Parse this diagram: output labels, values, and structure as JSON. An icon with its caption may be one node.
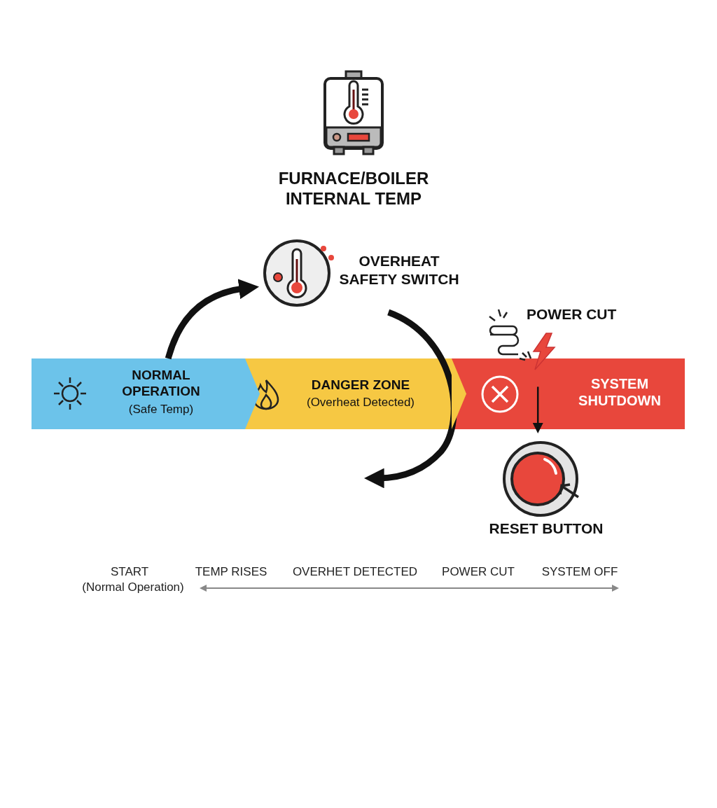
{
  "diagram": {
    "nodes": [
      {
        "text": [
          "FURNACE/BOILER INTERNAL TEMP"
        ]
      },
      {
        "text": [
          "OVERHEAT SAFETY SWITCH"
        ]
      },
      {
        "text": [
          "NORMAL OPERATION",
          "(Safe Temp)"
        ]
      },
      {
        "text": [
          "DANGER ZONE",
          "(Overheat Detected)"
        ]
      },
      {
        "text": [
          "SYSTEM SHUTDOWN"
        ]
      },
      {
        "text": [
          "POWER CUT"
        ]
      },
      {
        "text": [
          "RESET BUTTON"
        ]
      }
    ],
    "edges": [
      {
        "from": 2,
        "to": 1,
        "arrow": "to"
      },
      {
        "from": 1,
        "to": null,
        "arrow": "to"
      },
      {
        "from": 2,
        "to": 3,
        "arrow": "to"
      },
      {
        "from": 3,
        "to": 4,
        "arrow": "to"
      },
      {
        "from": 4,
        "to": 6,
        "arrow": "to"
      }
    ],
    "labels": [
      "START",
      "(Normal Operation)",
      "TEMP RISES",
      "OVERHET DETECTED",
      "POWER CUT",
      "SYSTEM OFF"
    ]
  }
}
